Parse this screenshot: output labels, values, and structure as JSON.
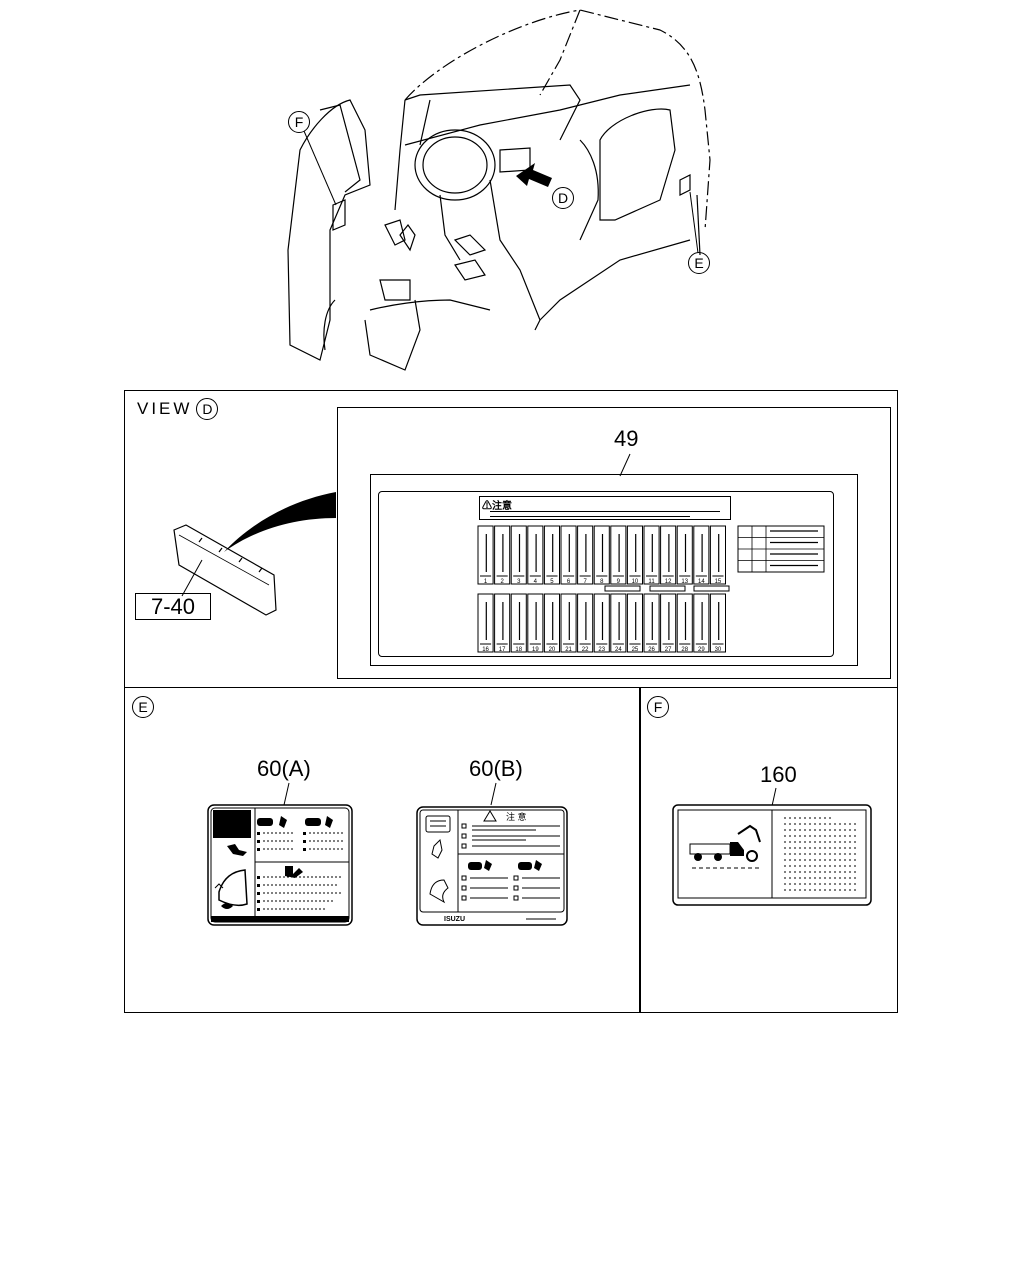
{
  "callouts": {
    "overview_f": "F",
    "overview_d": "D",
    "overview_e": "E"
  },
  "panel_d": {
    "prefix": "VIEW",
    "view_letter": "D",
    "part_box": "7-40",
    "label_part": "49",
    "label_header": "⚠注意",
    "fuse_numbers_top": [
      "1",
      "2",
      "3",
      "4",
      "5",
      "6",
      "7",
      "8",
      "9",
      "10",
      "11",
      "12",
      "13",
      "14",
      "15"
    ],
    "fuse_numbers_bottom": [
      "16",
      "17",
      "18",
      "19",
      "20",
      "21",
      "22",
      "23",
      "24",
      "25",
      "26",
      "27",
      "28",
      "29",
      "30"
    ]
  },
  "panel_e": {
    "letter": "E",
    "part_a": "60(A)",
    "part_b": "60(B)",
    "sticker_b_header": "注 意",
    "sticker_b_brand": "ISUZU"
  },
  "panel_f": {
    "letter": "F",
    "part": "160"
  }
}
